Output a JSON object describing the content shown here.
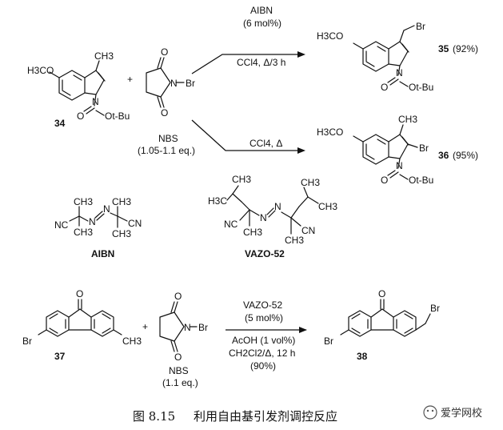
{
  "reaction1": {
    "reactant_label": "34",
    "reactant_methoxy": "H3CO",
    "reactant_methyl": "CH3",
    "reactant_ester": "O",
    "reactant_otbu": "Ot-Bu",
    "reactant_n": "N",
    "plus": "+",
    "reagent_n": "N",
    "reagent_br": "Br",
    "reagent_o1": "O",
    "reagent_o2": "O",
    "reagent_name": "NBS",
    "reagent_eq": "(1.05-1.1 eq.)",
    "upper_cond1": "AIBN",
    "upper_cond2": "(6 mol%)",
    "upper_cond3": "CCl4, Δ/3 h",
    "lower_cond": "CCl4, Δ",
    "product1_label": "35",
    "product1_yield": "(92%)",
    "product1_methoxy": "H3CO",
    "product1_br": "Br",
    "product1_n": "N",
    "product1_o": "O",
    "product1_otbu": "Ot-Bu",
    "product2_label": "36",
    "product2_yield": "(95%)",
    "product2_methoxy": "H3CO",
    "product2_methyl": "CH3",
    "product2_br": "Br",
    "product2_n": "N",
    "product2_o": "O",
    "product2_otbu": "Ot-Bu"
  },
  "initiators": {
    "aibn_name": "AIBN",
    "aibn_ch3_a": "CH3",
    "aibn_nc_left": "NC",
    "aibn_n1": "N",
    "aibn_n2": "N",
    "aibn_ch3_b": "CH3",
    "aibn_ch3_c": "CH3",
    "aibn_cn_right": "CN",
    "aibn_ch3_d": "CH3",
    "vazo_name": "VAZO-52",
    "vazo_ch3_top": "CH3",
    "vazo_h3c_left": "H3C",
    "vazo_nc_left": "NC",
    "vazo_n1": "N",
    "vazo_n2": "N",
    "vazo_ch3_b": "CH3",
    "vazo_ch3_right_top": "CH3",
    "vazo_ch3_right": "CH3",
    "vazo_cn_right": "CN",
    "vazo_ch3_c": "CH3"
  },
  "reaction2": {
    "reactant_label": "37",
    "reactant_o": "O",
    "reactant_br": "Br",
    "reactant_ch3": "CH3",
    "plus": "+",
    "reagent_n": "N",
    "reagent_br": "Br",
    "reagent_o1": "O",
    "reagent_o2": "O",
    "reagent_name": "NBS",
    "reagent_eq": "(1.1 eq.)",
    "cond1": "VAZO-52",
    "cond2": "(5 mol%)",
    "cond3": "AcOH (1 vol%)",
    "cond4": "CH2Cl2/Δ, 12 h",
    "cond5": "(90%)",
    "product_label": "38",
    "product_o": "O",
    "product_br1": "Br",
    "product_br2": "Br"
  },
  "caption": {
    "figure_number": "图 8.15",
    "title": "利用自由基引发剂调控反应"
  },
  "watermark": {
    "text": "爱学网校"
  }
}
